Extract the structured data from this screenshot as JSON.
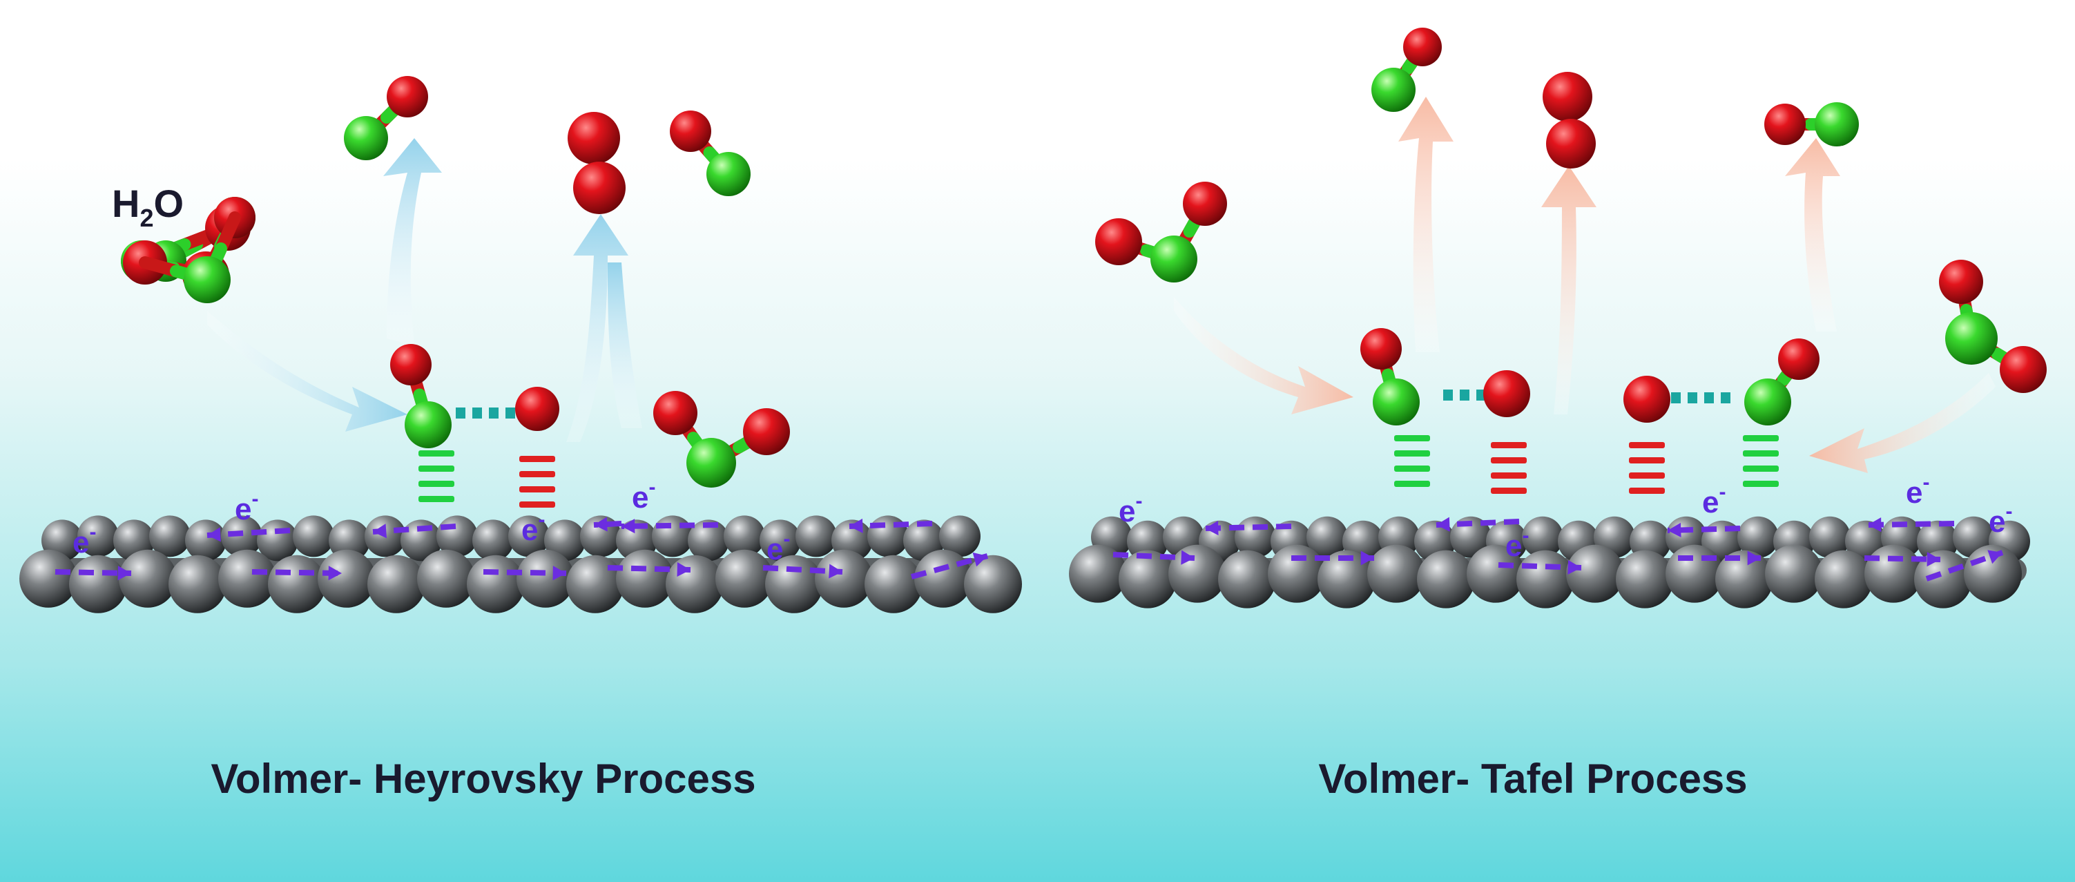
{
  "labels": {
    "water": "H",
    "water_sub": "2",
    "water_tail": "O",
    "electron": "e",
    "electron_sup": "-",
    "left_process": "Volmer- Heyrovsky Process",
    "right_process": "Volmer- Tafel Process"
  },
  "colors": {
    "background_top": "#ffffff",
    "background_bottom": "#5fd7dd",
    "oxygen_atom": "#d0141a",
    "hydrogen_atom": "#35d12a",
    "carbon_atom": "#7a7e80",
    "electron_arrow": "#6b2de0",
    "electron_label": "#5b2be0",
    "left_process_arrow": "#8fd0ea",
    "right_process_arrow": "#f7b8a0",
    "h_bond_link": "#1aa6a0",
    "green_bond_marks": "#20d040",
    "red_bond_marks": "#e02020",
    "label_text": "#1a1a2e"
  }
}
